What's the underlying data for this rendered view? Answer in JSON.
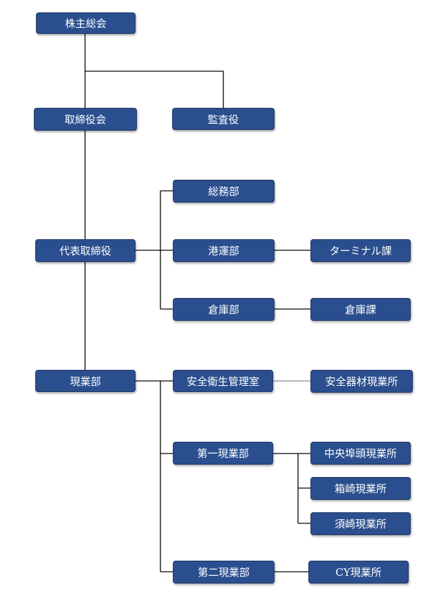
{
  "org_chart": {
    "shareholders_meeting": "株主総会",
    "board_of_directors": "取締役会",
    "auditor": "監査役",
    "representative_director": "代表取締役",
    "general_affairs_dept": "総務部",
    "port_transport_dept": "港運部",
    "terminal_section": "ターミナル課",
    "warehouse_dept": "倉庫部",
    "warehouse_section": "倉庫課",
    "field_operations_dept": "現業部",
    "safety_health_office": "安全衛生管理室",
    "safety_equipment_site": "安全器材現業所",
    "first_field_dept": "第一現業部",
    "chuo_wharf_site": "中央埠頭現業所",
    "hakozaki_site": "箱崎現業所",
    "suzaki_site": "須崎現業所",
    "second_field_dept": "第二現業部",
    "cy_site": "CY現業所"
  },
  "colors": {
    "box_fill": "#2b4f8e",
    "box_border": "#1c3566",
    "box_text": "#ffffff",
    "connector": "#000000"
  }
}
